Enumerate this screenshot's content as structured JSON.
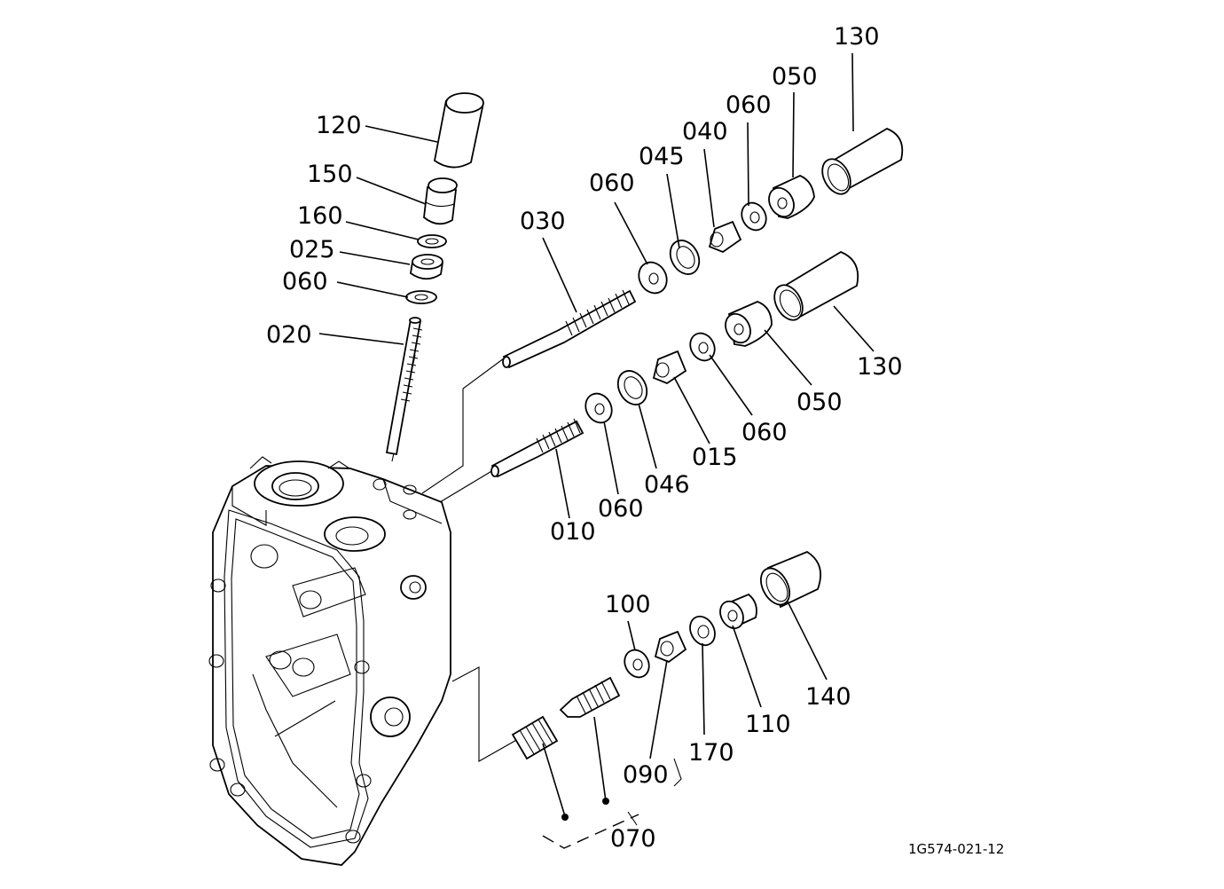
{
  "diagram": {
    "drawing_code": "1G574-021-12",
    "callouts": [
      {
        "id": "c130a",
        "text": "130"
      },
      {
        "id": "c050a",
        "text": "050"
      },
      {
        "id": "c060a",
        "text": "060"
      },
      {
        "id": "c040",
        "text": "040"
      },
      {
        "id": "c045",
        "text": "045"
      },
      {
        "id": "c060b",
        "text": "060"
      },
      {
        "id": "c030",
        "text": "030"
      },
      {
        "id": "c120",
        "text": "120"
      },
      {
        "id": "c150",
        "text": "150"
      },
      {
        "id": "c160",
        "text": "160"
      },
      {
        "id": "c025",
        "text": "025"
      },
      {
        "id": "c060c",
        "text": "060"
      },
      {
        "id": "c020",
        "text": "020"
      },
      {
        "id": "c130b",
        "text": "130"
      },
      {
        "id": "c050b",
        "text": "050"
      },
      {
        "id": "c060d",
        "text": "060"
      },
      {
        "id": "c015",
        "text": "015"
      },
      {
        "id": "c046",
        "text": "046"
      },
      {
        "id": "c060e",
        "text": "060"
      },
      {
        "id": "c010",
        "text": "010"
      },
      {
        "id": "c100",
        "text": "100"
      },
      {
        "id": "c140",
        "text": "140"
      },
      {
        "id": "c110",
        "text": "110"
      },
      {
        "id": "c170",
        "text": "170"
      },
      {
        "id": "c090",
        "text": "090"
      },
      {
        "id": "c070",
        "text": "070"
      }
    ]
  }
}
